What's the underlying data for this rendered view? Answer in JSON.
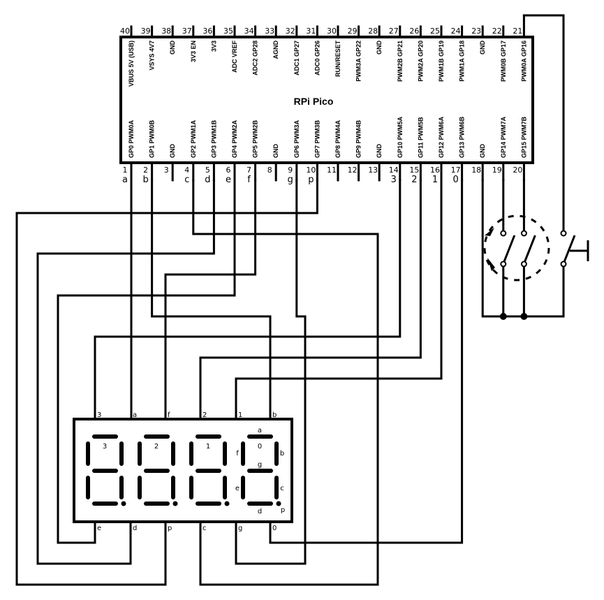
{
  "chip": {
    "title": "RPi Pico",
    "top_pins": [
      {
        "num": "40",
        "label": "VBUS 5V (USB)"
      },
      {
        "num": "39",
        "label": "VSYS 4V7"
      },
      {
        "num": "38",
        "label": "GND"
      },
      {
        "num": "37",
        "label": "3V3 EN"
      },
      {
        "num": "36",
        "label": "3V3"
      },
      {
        "num": "35",
        "label": "ADC VREF"
      },
      {
        "num": "34",
        "label": "ADC2 GP28"
      },
      {
        "num": "33",
        "label": "AGND"
      },
      {
        "num": "32",
        "label": "ADC1 GP27"
      },
      {
        "num": "31",
        "label": "ADC0 GP26"
      },
      {
        "num": "30",
        "label": "RUN/RESET"
      },
      {
        "num": "29",
        "label": "PWM3A GP22"
      },
      {
        "num": "28",
        "label": "GND"
      },
      {
        "num": "27",
        "label": "PWM2B GP21"
      },
      {
        "num": "26",
        "label": "PWM2A GP20"
      },
      {
        "num": "25",
        "label": "PWM1B GP19"
      },
      {
        "num": "24",
        "label": "PWM1A GP18"
      },
      {
        "num": "23",
        "label": "GND"
      },
      {
        "num": "22",
        "label": "PWM0B GP17"
      },
      {
        "num": "21",
        "label": "PWM0A GP16"
      }
    ],
    "bottom_pins": [
      {
        "num": "1",
        "label": "GP0 PWM0A",
        "signal": "a"
      },
      {
        "num": "2",
        "label": "GP1 PWM0B",
        "signal": "b"
      },
      {
        "num": "3",
        "label": "GND",
        "signal": ""
      },
      {
        "num": "4",
        "label": "GP2 PWM1A",
        "signal": "c"
      },
      {
        "num": "5",
        "label": "GP3 PWM1B",
        "signal": "d"
      },
      {
        "num": "6",
        "label": "GP4 PWM2A",
        "signal": "e"
      },
      {
        "num": "7",
        "label": "GP5 PWM2B",
        "signal": "f"
      },
      {
        "num": "8",
        "label": "GND",
        "signal": ""
      },
      {
        "num": "9",
        "label": "GP6 PWM3A",
        "signal": "g"
      },
      {
        "num": "10",
        "label": "GP7 PWM3B",
        "signal": "p"
      },
      {
        "num": "11",
        "label": "GP8 PWM4A",
        "signal": ""
      },
      {
        "num": "12",
        "label": "GP9 PWM4B",
        "signal": ""
      },
      {
        "num": "13",
        "label": "GND",
        "signal": ""
      },
      {
        "num": "14",
        "label": "GP10 PWM5A",
        "signal": "3"
      },
      {
        "num": "15",
        "label": "GP11 PWM5B",
        "signal": "2"
      },
      {
        "num": "16",
        "label": "GP12 PWM6A",
        "signal": "1"
      },
      {
        "num": "17",
        "label": "GP13 PWM6B",
        "signal": "0"
      },
      {
        "num": "18",
        "label": "GND",
        "signal": ""
      },
      {
        "num": "19",
        "label": "GP14 PWM7A",
        "signal": ""
      },
      {
        "num": "20",
        "label": "GP15 PWM7B",
        "signal": ""
      }
    ]
  },
  "display": {
    "top_pins": [
      "3",
      "a",
      "f",
      "2",
      "1",
      "b"
    ],
    "bottom_pins": [
      "e",
      "d",
      "p",
      "c",
      "g",
      "0"
    ],
    "digit_labels": [
      "3",
      "2",
      "1",
      "0"
    ],
    "segment_labels": {
      "a": "a",
      "b": "b",
      "c": "c",
      "d": "d",
      "e": "e",
      "f": "f",
      "g": "g",
      "p": "p"
    }
  }
}
